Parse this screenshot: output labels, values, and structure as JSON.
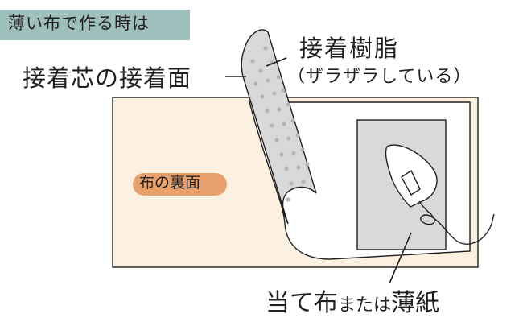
{
  "title": "薄い布で作る時は",
  "labels": {
    "interfacing_adhesive_side": "接着芯の接着面",
    "adhesive_resin": "接着樹脂",
    "adhesive_resin_note": "（ザラザラしている）",
    "fabric_back": "布の裏面",
    "press_cloth_part1": "当て布",
    "press_cloth_part2": "または",
    "press_cloth_part3": "薄紙"
  },
  "colors": {
    "title_badge": "#9fbfbc",
    "fabric": "#fcf0e1",
    "fabric_back_badge": "#e8a06c",
    "interfacing": "#d9d9d9",
    "resin_dots": "#b5b5b5",
    "press_cloth": "#d9d9d9",
    "outline": "#231f20"
  },
  "icons": [
    "iron-icon"
  ]
}
